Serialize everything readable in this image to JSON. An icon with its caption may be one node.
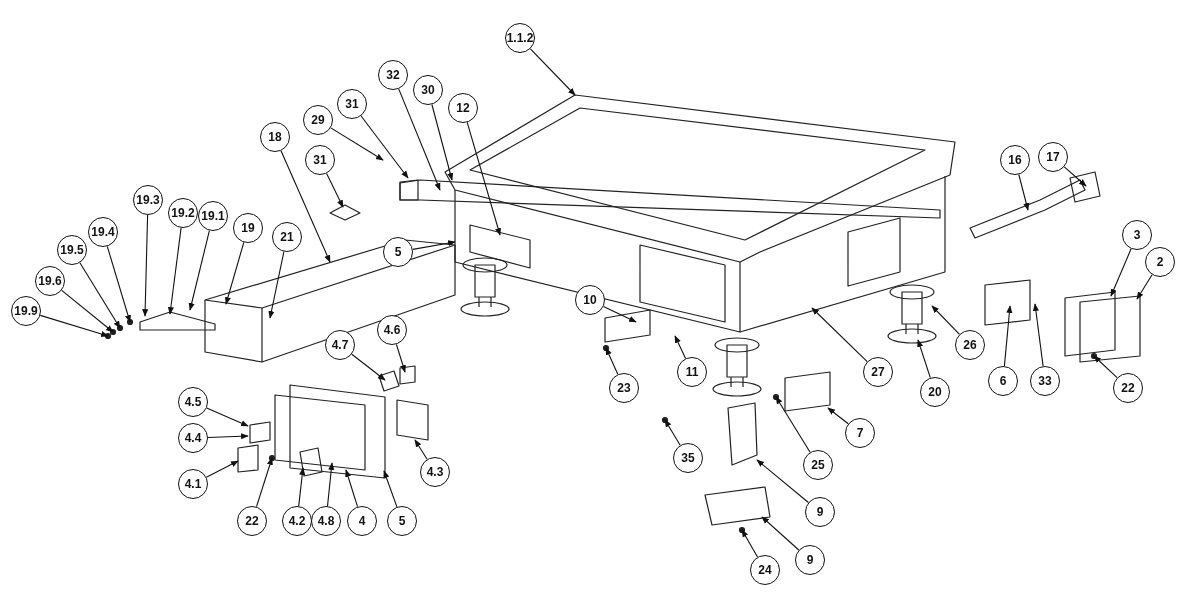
{
  "diagram": {
    "nodes": [
      {
        "text": [
          "1.1.2"
        ]
      },
      {
        "text": [
          "32"
        ]
      },
      {
        "text": [
          "30"
        ]
      },
      {
        "text": [
          "12"
        ]
      },
      {
        "text": [
          "31"
        ]
      },
      {
        "text": [
          "29"
        ]
      },
      {
        "text": [
          "31"
        ]
      },
      {
        "text": [
          "18"
        ]
      },
      {
        "text": [
          "5"
        ]
      },
      {
        "text": [
          "19.3"
        ]
      },
      {
        "text": [
          "19.2"
        ]
      },
      {
        "text": [
          "19.1"
        ]
      },
      {
        "text": [
          "19"
        ]
      },
      {
        "text": [
          "21"
        ]
      },
      {
        "text": [
          "19.4"
        ]
      },
      {
        "text": [
          "19.5"
        ]
      },
      {
        "text": [
          "19.6"
        ]
      },
      {
        "text": [
          "19.9"
        ]
      },
      {
        "text": [
          "16"
        ]
      },
      {
        "text": [
          "17"
        ]
      },
      {
        "text": [
          "3"
        ]
      },
      {
        "text": [
          "2"
        ]
      },
      {
        "text": [
          "10"
        ]
      },
      {
        "text": [
          "11"
        ]
      },
      {
        "text": [
          "23"
        ]
      },
      {
        "text": [
          "26"
        ]
      },
      {
        "text": [
          "27"
        ]
      },
      {
        "text": [
          "20"
        ]
      },
      {
        "text": [
          "6"
        ]
      },
      {
        "text": [
          "33"
        ]
      },
      {
        "text": [
          "22"
        ]
      },
      {
        "text": [
          "4.7"
        ]
      },
      {
        "text": [
          "4.6"
        ]
      },
      {
        "text": [
          "4.5"
        ]
      },
      {
        "text": [
          "4.4"
        ]
      },
      {
        "text": [
          "4.1"
        ]
      },
      {
        "text": [
          "4.3"
        ]
      },
      {
        "text": [
          "7"
        ]
      },
      {
        "text": [
          "25"
        ]
      },
      {
        "text": [
          "35"
        ]
      },
      {
        "text": [
          "9"
        ]
      },
      {
        "text": [
          "9"
        ]
      },
      {
        "text": [
          "24"
        ]
      },
      {
        "text": [
          "22"
        ]
      },
      {
        "text": [
          "4.2"
        ]
      },
      {
        "text": [
          "4.8"
        ]
      },
      {
        "text": [
          "4"
        ]
      },
      {
        "text": [
          "5"
        ]
      }
    ],
    "edges": [
      {
        "from": 0,
        "to": null,
        "arrow": "to"
      },
      {
        "from": 1,
        "to": null,
        "arrow": "to"
      },
      {
        "from": 2,
        "to": null,
        "arrow": "to"
      },
      {
        "from": 3,
        "to": null,
        "arrow": "to"
      },
      {
        "from": 4,
        "to": null,
        "arrow": "to"
      },
      {
        "from": 5,
        "to": null,
        "arrow": "to"
      },
      {
        "from": 6,
        "to": null,
        "arrow": "to"
      },
      {
        "from": 7,
        "to": null,
        "arrow": "to"
      },
      {
        "from": 8,
        "to": null,
        "arrow": "to"
      },
      {
        "from": 9,
        "to": null,
        "arrow": "to"
      },
      {
        "from": 10,
        "to": null,
        "arrow": "to"
      },
      {
        "from": 11,
        "to": null,
        "arrow": "to"
      },
      {
        "from": 12,
        "to": null,
        "arrow": "to"
      },
      {
        "from": 13,
        "to": null,
        "arrow": "to"
      },
      {
        "from": 14,
        "to": null,
        "arrow": "to"
      },
      {
        "from": 15,
        "to": null,
        "arrow": "to"
      },
      {
        "from": 16,
        "to": null,
        "arrow": "to"
      },
      {
        "from": 17,
        "to": null,
        "arrow": "to"
      },
      {
        "from": 18,
        "to": null,
        "arrow": "to"
      },
      {
        "from": 19,
        "to": null,
        "arrow": "to"
      },
      {
        "from": 20,
        "to": null,
        "arrow": "to"
      },
      {
        "from": 21,
        "to": null,
        "arrow": "to"
      },
      {
        "from": 22,
        "to": null,
        "arrow": "to"
      },
      {
        "from": 23,
        "to": null,
        "arrow": "to"
      },
      {
        "from": 24,
        "to": null,
        "arrow": "to"
      },
      {
        "from": 25,
        "to": null,
        "arrow": "to"
      },
      {
        "from": 26,
        "to": null,
        "arrow": "to"
      },
      {
        "from": 27,
        "to": null,
        "arrow": "to"
      },
      {
        "from": 28,
        "to": null,
        "arrow": "to"
      },
      {
        "from": 29,
        "to": null,
        "arrow": "to"
      },
      {
        "from": 30,
        "to": null,
        "arrow": "to"
      },
      {
        "from": 31,
        "to": null,
        "arrow": "to"
      },
      {
        "from": 32,
        "to": null,
        "arrow": "to"
      },
      {
        "from": 33,
        "to": null,
        "arrow": "to"
      },
      {
        "from": 34,
        "to": null,
        "arrow": "to"
      },
      {
        "from": 35,
        "to": null,
        "arrow": "to"
      },
      {
        "from": 36,
        "to": null,
        "arrow": "to"
      },
      {
        "from": 37,
        "to": null,
        "arrow": "to"
      },
      {
        "from": 38,
        "to": null,
        "arrow": "to"
      },
      {
        "from": 39,
        "to": null,
        "arrow": "to"
      },
      {
        "from": 40,
        "to": null,
        "arrow": "to"
      },
      {
        "from": 41,
        "to": null,
        "arrow": "to"
      },
      {
        "from": 42,
        "to": null,
        "arrow": "to"
      },
      {
        "from": 43,
        "to": null,
        "arrow": "to"
      },
      {
        "from": 44,
        "to": null,
        "arrow": "to"
      },
      {
        "from": 45,
        "to": null,
        "arrow": "to"
      },
      {
        "from": 46,
        "to": null,
        "arrow": "to"
      },
      {
        "from": 47,
        "to": null,
        "arrow": "to"
      }
    ]
  }
}
